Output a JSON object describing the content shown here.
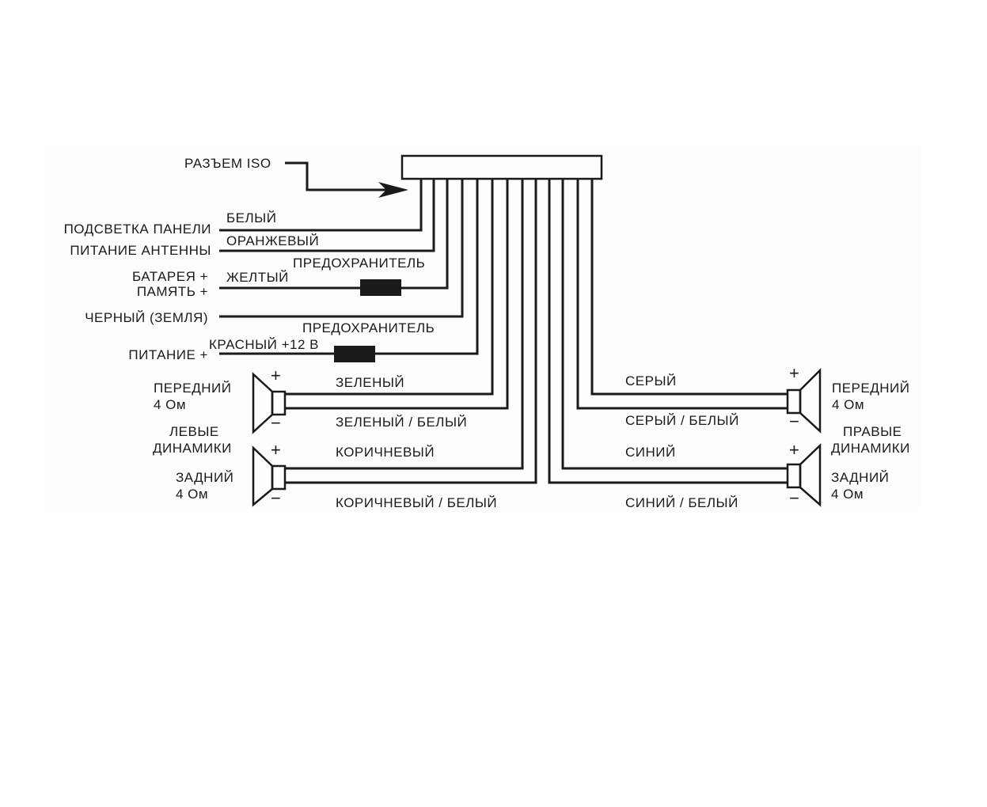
{
  "connector": {
    "label": "РАЗЪЕМ ISO"
  },
  "left_functions": {
    "illumination": "ПОДСВЕТКА ПАНЕЛИ",
    "antenna": "ПИТАНИЕ АНТЕННЫ",
    "battery": "БАТАРЕЯ +",
    "memory": "ПАМЯТЬ +",
    "ground": "ЧЕРНЫЙ (ЗЕМЛЯ)",
    "power": "ПИТАНИЕ +"
  },
  "wire_colors": {
    "white": "БЕЛЫЙ",
    "orange": "ОРАНЖЕВЫЙ",
    "yellow": "ЖЕЛТЫЙ",
    "red": "КРАСНЫЙ +12 В",
    "green": "ЗЕЛЕНЫЙ",
    "green_white": "ЗЕЛЕНЫЙ / БЕЛЫЙ",
    "brown": "КОРИЧНЕВЫЙ",
    "brown_white": "КОРИЧНЕВЫЙ / БЕЛЫЙ",
    "gray": "СЕРЫЙ",
    "gray_white": "СЕРЫЙ / БЕЛЫЙ",
    "blue": "СИНИЙ",
    "blue_white": "СИНИЙ / БЕЛЫЙ"
  },
  "fuse_label": "ПРЕДОХРАНИТЕЛЬ",
  "left_speakers": {
    "front": "ПЕРЕДНИЙ",
    "front_ohm": "4 Ом",
    "group_1": "ЛЕВЫЕ",
    "group_2": "ДИНАМИКИ",
    "rear": "ЗАДНИЙ",
    "rear_ohm": "4 Ом"
  },
  "right_speakers": {
    "front": "ПЕРЕДНИЙ",
    "front_ohm": "4 Ом",
    "group_1": "ПРАВЫЕ",
    "group_2": "ДИНАМИКИ",
    "rear": "ЗАДНИЙ",
    "rear_ohm": "4 Ом"
  },
  "polarity": {
    "plus": "+",
    "minus": "−"
  }
}
